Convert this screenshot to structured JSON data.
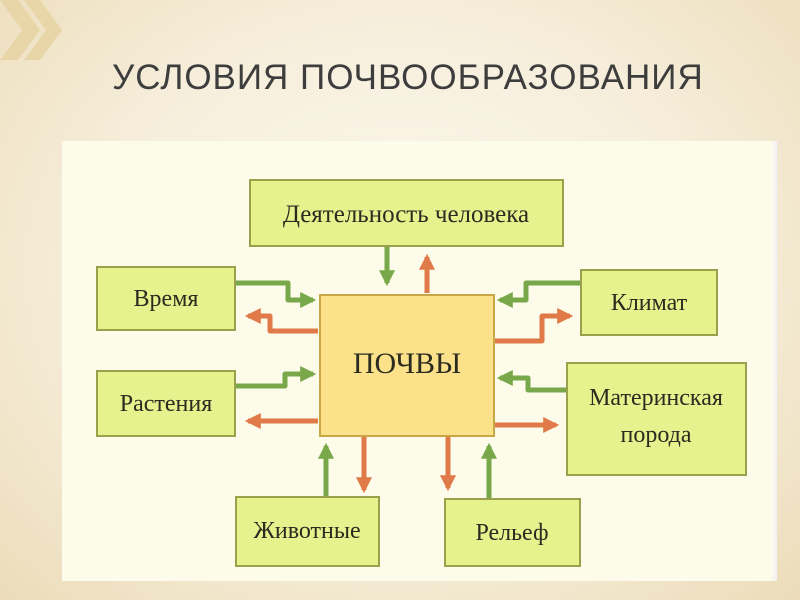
{
  "slide": {
    "title": "УСЛОВИЯ ПОЧВООБРАЗОВАНИЯ"
  },
  "diagram": {
    "center": "ПОЧВЫ",
    "factors": {
      "human": "Деятельность человека",
      "time": "Время",
      "plants": "Растения",
      "animals": "Животные",
      "climate": "Климат",
      "parent_rock_line1": "Материнская",
      "parent_rock_line2": "порода",
      "relief": "Рельеф"
    }
  },
  "colors": {
    "background": "#f6eedb",
    "title": "#3d3d3d",
    "center_box": "#fbe28a",
    "factor_box": "#e6f28e",
    "box_border": "#9aa14a",
    "arrow_green": "#78a84a",
    "arrow_red": "#e07a48"
  }
}
